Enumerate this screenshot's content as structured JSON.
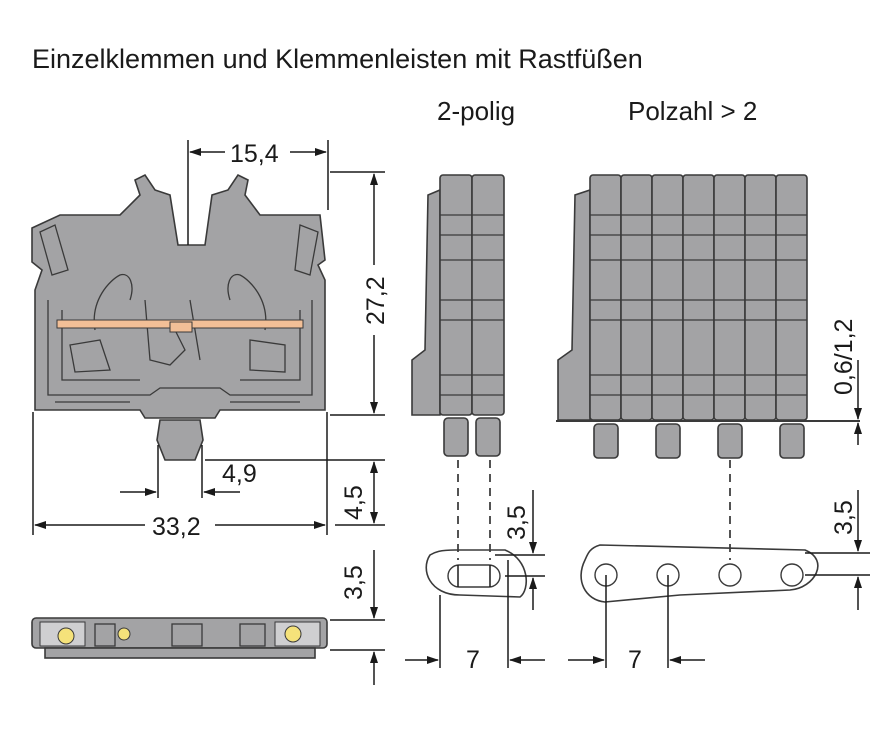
{
  "title": "Einzelklemmen und Klemmenleisten mit Rastfüßen",
  "labels": {
    "two_pole": "2-polig",
    "multi_pole": "Polzahl > 2"
  },
  "dimensions": {
    "top_width": "15,4",
    "height": "27,2",
    "foot_width": "4,9",
    "foot_height": "4,5",
    "total_width": "33,2",
    "bottom_view_height": "3,5",
    "rail_thickness": "0,6/1,2",
    "two_pole_hole_offset": "3,5",
    "multi_pole_hole_offset": "3,5",
    "two_pole_pitch": "7",
    "multi_pole_pitch": "7"
  },
  "colors": {
    "housing": "#a3a3a5",
    "outline": "#3a3a3a",
    "bar": "#f2bf97",
    "led": "#f5e27a"
  }
}
